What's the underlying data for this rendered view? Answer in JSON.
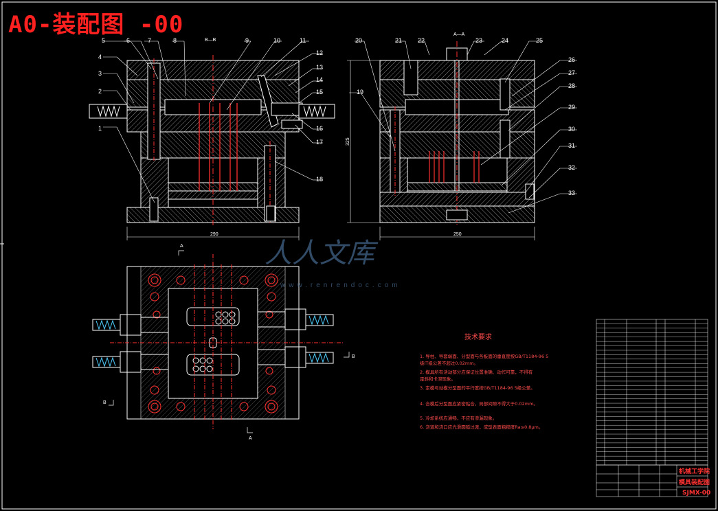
{
  "title": "A0-装配图 -00",
  "section_labels": {
    "bb": "B—B",
    "aa": "A—A",
    "a_top": "A",
    "a_bottom": "A",
    "b_left": "B",
    "b_right": "B"
  },
  "callouts_left": [
    "1",
    "2",
    "3",
    "4",
    "5",
    "6",
    "7",
    "8",
    "9",
    "10",
    "11",
    "12",
    "13",
    "14",
    "15",
    "16",
    "17",
    "18"
  ],
  "callouts_right": [
    "19",
    "20",
    "21",
    "22",
    "23",
    "24",
    "25",
    "26",
    "27",
    "28",
    "29",
    "30",
    "31",
    "32",
    "33"
  ],
  "dimensions": {
    "left_width": "290",
    "right_width": "250",
    "right_height": "325"
  },
  "tech_requirements": {
    "title": "技术要求",
    "items": [
      "1. 导柱、导套端面、分型面与各板面的垂直度按GB/T1184-96 5",
      "   级IT级公差不超过0.02mm。",
      "2. 模具所有活动部分应保证位置准确、动作可靠，不得有",
      "   歪斜和卡滞现象。",
      "3. 定模与动模分型面的平行度按GB/T1184-96 5级公差。",
      "4. 合模后分型面应紧密贴合，局部间隙不得大于0.02mm。",
      "5. 冷却系统应通畅，不应有渗漏现象。",
      "6. 浇道和浇口应光滑圆弧过渡，成型表面粗糙度Ra≤0.8μm。"
    ]
  },
  "watermark": {
    "text": "人人文库",
    "url": "www.renrendoc.com"
  },
  "title_block": {
    "school": "机械工学院",
    "drawing_name": "模具装配图",
    "drawing_no": "SJMX-00"
  },
  "colors": {
    "background": "#000000",
    "outline": "#ffffff",
    "center_lines": "#ff3030",
    "hatch": "#aaaaaa",
    "accent_red": "#ff2020",
    "watermark": "#5a88b8"
  }
}
